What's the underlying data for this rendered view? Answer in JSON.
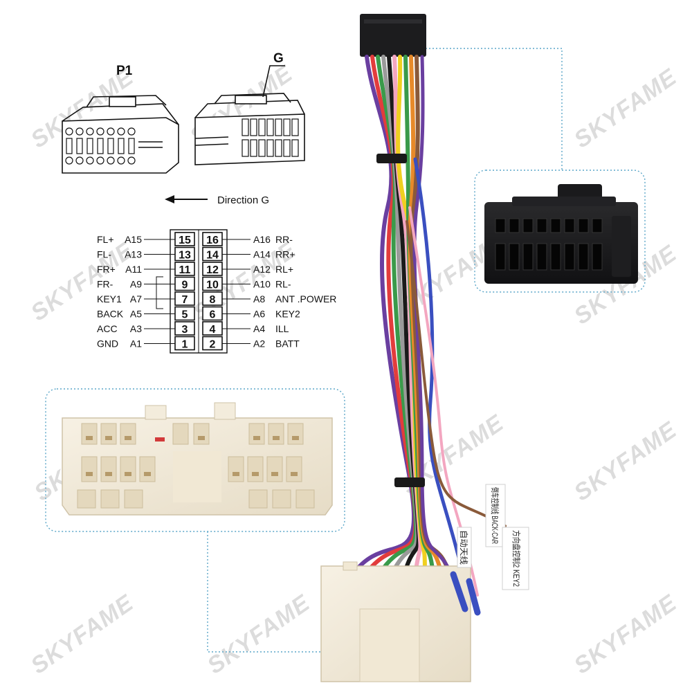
{
  "watermark": "SKYFAME",
  "connector_views": {
    "p1_label": "P1",
    "g_label": "G",
    "direction_text": "Direction G"
  },
  "pinout": {
    "left": [
      {
        "func": "FL+",
        "code": "A15",
        "pin": "15"
      },
      {
        "func": "FL-",
        "code": "A13",
        "pin": "13"
      },
      {
        "func": "FR+",
        "code": "A11",
        "pin": "11"
      },
      {
        "func": "FR-",
        "code": "A9",
        "pin": "9"
      },
      {
        "func": "KEY1",
        "code": "A7",
        "pin": "7"
      },
      {
        "func": "BACK",
        "code": "A5",
        "pin": "5"
      },
      {
        "func": "ACC",
        "code": "A3",
        "pin": "3"
      },
      {
        "func": "GND",
        "code": "A1",
        "pin": "1"
      }
    ],
    "right": [
      {
        "func": "RR-",
        "code": "A16",
        "pin": "16"
      },
      {
        "func": "RR+",
        "code": "A14",
        "pin": "14"
      },
      {
        "func": "RL+",
        "code": "A12",
        "pin": "12"
      },
      {
        "func": "RL-",
        "code": "A10",
        "pin": "10"
      },
      {
        "func": "ANT .POWER",
        "code": "A8",
        "pin": "8"
      },
      {
        "func": "KEY2",
        "code": "A6",
        "pin": "6"
      },
      {
        "func": "ILL",
        "code": "A4",
        "pin": "4"
      },
      {
        "func": "BATT",
        "code": "A2",
        "pin": "2"
      }
    ]
  },
  "wire_tags": {
    "tag1": "倒车控制线 BACK-CAR",
    "tag2": "自动天线",
    "tag3": "方向盘控制2 KEY2"
  },
  "colors": {
    "connector_black": "#1c1c1e",
    "connector_cream": "#f2ead8",
    "callout_border": "#5aa6c8",
    "wire_colors": [
      "#e23c3c",
      "#f0d020",
      "#1a1a1a",
      "#6a3fa0",
      "#3a9a4a",
      "#e78a2a",
      "#8a5a3a",
      "#f3a6c0",
      "#9a9a9a",
      "#3a4fc0",
      "#ffffff"
    ]
  }
}
